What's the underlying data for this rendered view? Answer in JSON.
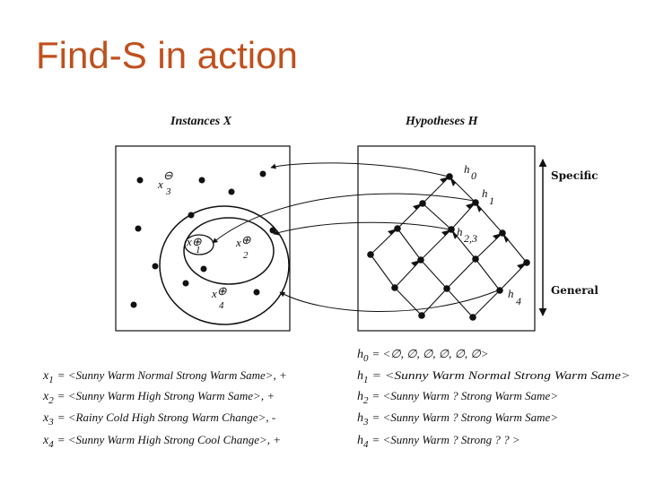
{
  "slide": {
    "title": "Find-S in action"
  },
  "panels": {
    "instances_heading": "Instances X",
    "hypotheses_heading": "Hypotheses H",
    "specific_label": "Specific",
    "general_label": "General"
  },
  "instance_labels": {
    "x1": {
      "base": "x",
      "sub": "1",
      "sign": "⊕"
    },
    "x2": {
      "base": "x",
      "sub": "2",
      "sign": "⊕"
    },
    "x3": {
      "base": "x",
      "sub": "3",
      "sign": "⊖"
    },
    "x4": {
      "base": "x",
      "sub": "4",
      "sign": "⊕"
    }
  },
  "hypothesis_labels": {
    "h0": {
      "base": "h",
      "sub": "0"
    },
    "h1": {
      "base": "h",
      "sub": "1"
    },
    "h23": {
      "base": "h",
      "sub": "2,3"
    },
    "h4": {
      "base": "h",
      "sub": "4"
    }
  },
  "examples": [
    {
      "var": "x",
      "sub": "1",
      "text": "= <Sunny Warm Normal Strong Warm Same>, +"
    },
    {
      "var": "x",
      "sub": "2",
      "text": "= <Sunny Warm High  Strong Warm Same>, +"
    },
    {
      "var": "x",
      "sub": "3",
      "text": "= <Rainy Cold High Strong Warm Change>, -"
    },
    {
      "var": "x",
      "sub": "4",
      "text": "= <Sunny Warm High Strong Cool Change>, +"
    }
  ],
  "hypotheses": [
    {
      "var": "h",
      "sub": "0",
      "text": "= <∅, ∅, ∅,  ∅, ∅, ∅>"
    },
    {
      "var": "h",
      "sub": "1",
      "text": "= <Sunny Warm Normal Strong Warm Same>"
    },
    {
      "var": "h",
      "sub": "2",
      "text": "= <Sunny Warm  ?  Strong Warm Same>"
    },
    {
      "var": "h",
      "sub": "3",
      "text": "= <Sunny Warm ? Strong Warm Same>"
    },
    {
      "var": "h",
      "sub": "4",
      "text": "= <Sunny Warm  ?  Strong  ?  ? >"
    }
  ],
  "colors": {
    "title": "#c0501e",
    "ink": "#111111"
  }
}
